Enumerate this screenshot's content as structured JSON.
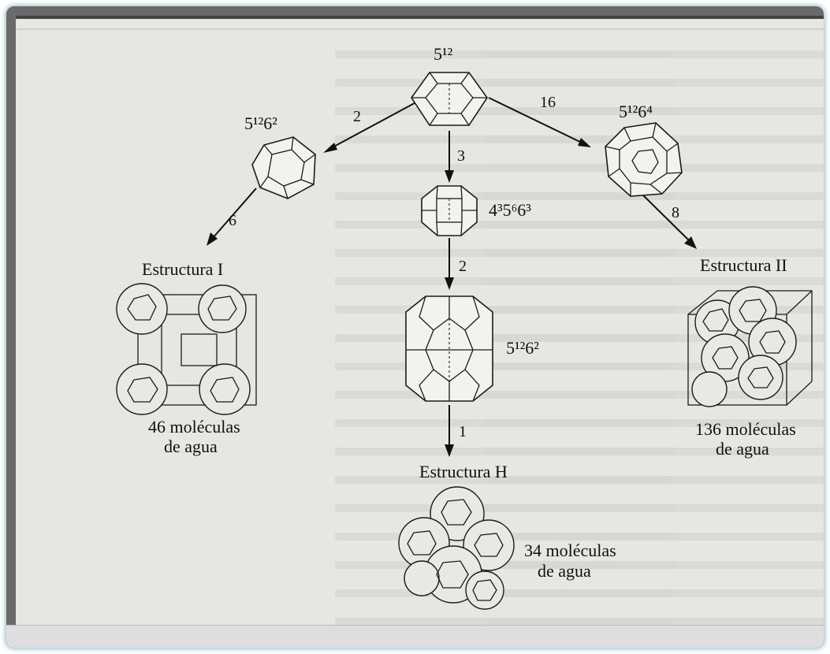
{
  "labels": {
    "cage_top": "5¹²",
    "cage_left": "5¹²6²",
    "cage_right": "5¹²6⁴",
    "cage_mid": "4³5⁶6³",
    "cage_lower": "5¹²6²",
    "struct_1": "Estructura I",
    "struct_2": "Estructura II",
    "struct_h": "Estructura H",
    "caption_1_line1": "46 moléculas",
    "caption_1_line2": "de agua",
    "caption_2_line1": "136 moléculas",
    "caption_2_line2": "de agua",
    "caption_h_line1": "34 moléculas",
    "caption_h_line2": "de agua"
  },
  "arrows": {
    "top_to_left": "2",
    "top_to_right": "16",
    "top_to_mid": "3",
    "left_to_struct1": "6",
    "right_to_struct2": "8",
    "mid_to_lower": "2",
    "lower_to_structh": "1"
  },
  "colors": {
    "paper": "#e6e6e2",
    "ink": "#111111",
    "frame_glow": "#9fc6cf"
  }
}
